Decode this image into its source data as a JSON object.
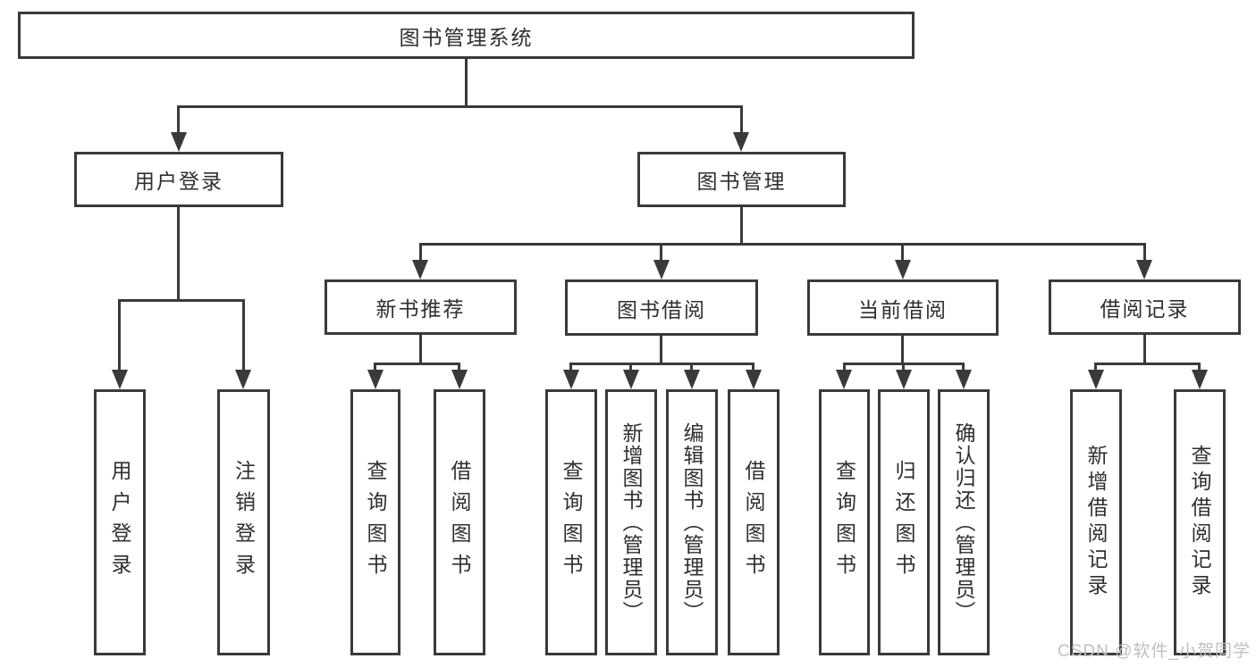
{
  "diagram_type": "hierarchy-diagram",
  "nodes": {
    "root": "图书管理系统",
    "l2": [
      "用户登录",
      "图书管理"
    ],
    "l3": [
      "新书推荐",
      "图书借阅",
      "当前借阅",
      "借阅记录"
    ],
    "leaf": [
      "用户登录",
      "注销登录",
      "查询图书",
      "借阅图书",
      "查询图书",
      "新增图书（管理员）",
      "编辑图书（管理员）",
      "借阅图书",
      "查询图书",
      "归还图书",
      "确认归还（管理员）",
      "新增借阅记录",
      "查询借阅记录"
    ]
  },
  "watermark": "CSDN @软件_小贺同学",
  "colors": {
    "line": "#3a3a3a",
    "text": "#2f2f2f",
    "watermark": "#c0c0c4",
    "background": "#ffffff"
  }
}
